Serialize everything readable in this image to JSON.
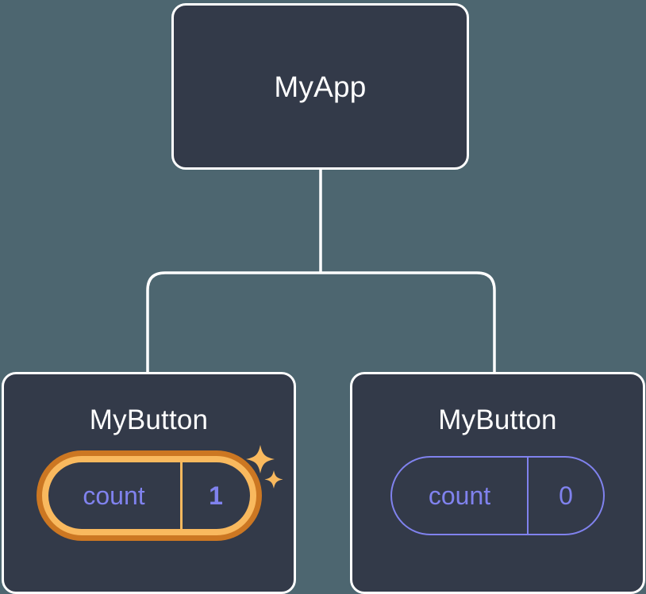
{
  "diagram": {
    "type": "component-tree",
    "background_color": "#4d6670",
    "node_fill": "#333a49",
    "node_border": "#ffffff",
    "connector_color": "#ffffff",
    "state_color": "#8082ee",
    "highlight_inner_color": "#f9b95e",
    "highlight_outer_color": "#cc7722",
    "root": {
      "title": "MyApp"
    },
    "children": [
      {
        "title": "MyButton",
        "state_key": "count",
        "state_value": "1",
        "highlighted": true,
        "sparkle_large": "sparkle-icon",
        "sparkle_small": "sparkle-icon"
      },
      {
        "title": "MyButton",
        "state_key": "count",
        "state_value": "0",
        "highlighted": false
      }
    ]
  }
}
